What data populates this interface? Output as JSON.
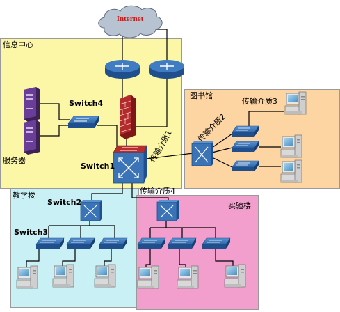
{
  "cloud": {
    "label": "Internet",
    "label_color": "#cc1a1a",
    "fill": "#b8c3d2"
  },
  "regions": {
    "info_center": {
      "label": "信息中心",
      "fill": "#fbf7a6"
    },
    "library": {
      "label": "图书馆",
      "fill": "#fdd5a3"
    },
    "teaching": {
      "label": "教学楼",
      "fill": "#c9f0f5"
    },
    "lab": {
      "label": "实验楼",
      "fill": "#f29fce"
    }
  },
  "devices": {
    "switch1": "Switch1",
    "switch2": "Switch2",
    "switch3": "Switch3",
    "switch4": "Switch4",
    "servers": "服务器"
  },
  "media": {
    "medium1": "传输介质1",
    "medium2": "传输介质2",
    "medium3": "传输介质3",
    "medium4": "传输介质4"
  },
  "colors": {
    "router": "#2f63a8",
    "switch": "#3a74b6",
    "firewall": "#a42424",
    "server": "#55337a",
    "link": "#000000"
  }
}
